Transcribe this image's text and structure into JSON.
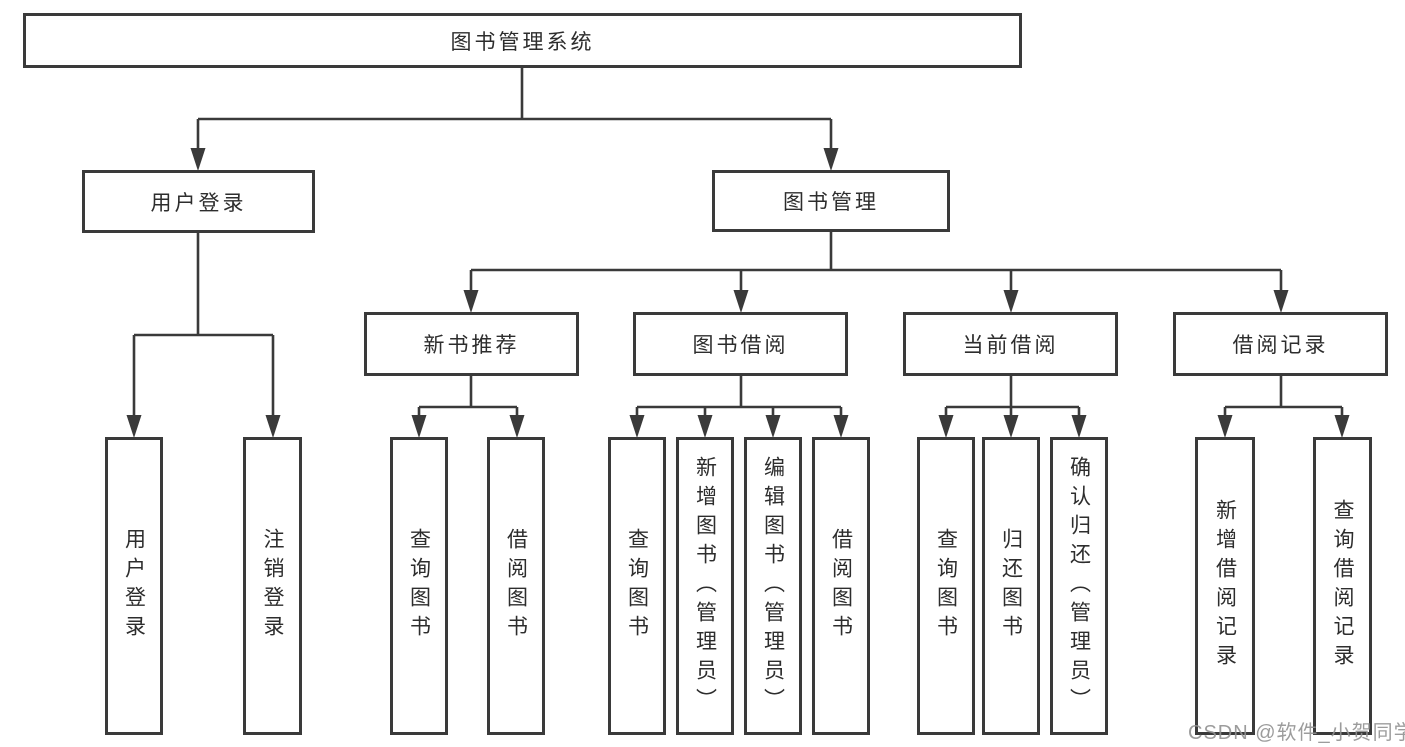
{
  "diagram": {
    "title": "图书管理系统",
    "nodes": {
      "root": "图书管理系统",
      "user_login": "用户登录",
      "book_mgmt": "图书管理",
      "new_book_rec": "新书推荐",
      "book_borrow": "图书借阅",
      "current_borrow": "当前借阅",
      "borrow_record": "借阅记录",
      "ul_login": "用户登录",
      "ul_logout": "注销登录",
      "nb_query": "查询图书",
      "nb_borrow": "借阅图书",
      "bb_query": "查询图书",
      "bb_add": "新增图书（管理员）",
      "bb_edit": "编辑图书（管理员）",
      "bb_borrow": "借阅图书",
      "cb_query": "查询图书",
      "cb_return": "归还图书",
      "cb_confirm": "确认归还（管理员）",
      "br_add": "新增借阅记录",
      "br_query": "查询借阅记录"
    },
    "structure": [
      {
        "parent": "图书管理系统",
        "children": [
          "用户登录",
          "图书管理"
        ]
      },
      {
        "parent": "用户登录",
        "children": [
          "用户登录",
          "注销登录"
        ]
      },
      {
        "parent": "图书管理",
        "children": [
          "新书推荐",
          "图书借阅",
          "当前借阅",
          "借阅记录"
        ]
      },
      {
        "parent": "新书推荐",
        "children": [
          "查询图书",
          "借阅图书"
        ]
      },
      {
        "parent": "图书借阅",
        "children": [
          "查询图书",
          "新增图书（管理员）",
          "编辑图书（管理员）",
          "借阅图书"
        ]
      },
      {
        "parent": "当前借阅",
        "children": [
          "查询图书",
          "归还图书",
          "确认归还（管理员）"
        ]
      },
      {
        "parent": "借阅记录",
        "children": [
          "新增借阅记录",
          "查询借阅记录"
        ]
      }
    ],
    "colors": {
      "line": "#3a3a3a",
      "text": "#2d2d2d",
      "background": "#ffffff",
      "watermark": "#919191"
    }
  },
  "watermark": "CSDN @软件_小贺同学"
}
